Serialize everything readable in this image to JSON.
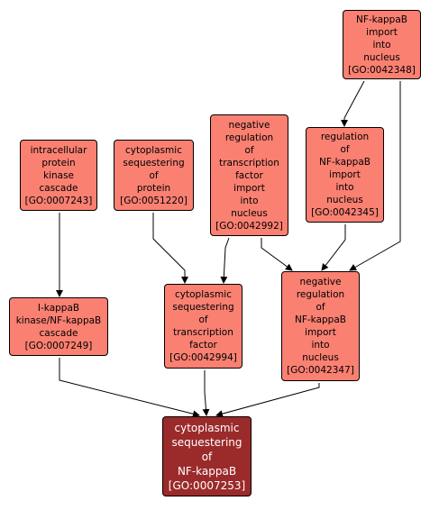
{
  "colors": {
    "node_fill": "#fa8072",
    "focus_fill": "#9b2a2a",
    "focus_text": "#ffffff",
    "edge": "#000000"
  },
  "nodes": {
    "n0042348": {
      "lines": [
        "NF-kappaB",
        "import",
        "into",
        "nucleus"
      ],
      "go_id": "[GO:0042348]"
    },
    "n0007243": {
      "lines": [
        "intracellular",
        "protein",
        "kinase",
        "cascade"
      ],
      "go_id": "[GO:0007243]"
    },
    "n0051220": {
      "lines": [
        "cytoplasmic",
        "sequestering",
        "of",
        "protein"
      ],
      "go_id": "[GO:0051220]"
    },
    "n0042992": {
      "lines": [
        "negative",
        "regulation",
        "of",
        "transcription",
        "factor",
        "import",
        "into",
        "nucleus"
      ],
      "go_id": "[GO:0042992]"
    },
    "n0042345": {
      "lines": [
        "regulation",
        "of",
        "NF-kappaB",
        "import",
        "into",
        "nucleus"
      ],
      "go_id": "[GO:0042345]"
    },
    "n0007249": {
      "lines": [
        "I-kappaB",
        "kinase/NF-kappaB",
        "cascade"
      ],
      "go_id": "[GO:0007249]"
    },
    "n0042994": {
      "lines": [
        "cytoplasmic",
        "sequestering",
        "of",
        "transcription",
        "factor"
      ],
      "go_id": "[GO:0042994]"
    },
    "n0042347": {
      "lines": [
        "negative",
        "regulation",
        "of",
        "NF-kappaB",
        "import",
        "into",
        "nucleus"
      ],
      "go_id": "[GO:0042347]"
    },
    "n0007253": {
      "lines": [
        "cytoplasmic",
        "sequestering",
        "of",
        "NF-kappaB"
      ],
      "go_id": "[GO:0007253]"
    }
  },
  "edges": [
    {
      "from": "n0042348",
      "to": "n0042345"
    },
    {
      "from": "n0042348",
      "to": "n0042347"
    },
    {
      "from": "n0042345",
      "to": "n0042347"
    },
    {
      "from": "n0042992",
      "to": "n0042347"
    },
    {
      "from": "n0042992",
      "to": "n0042994"
    },
    {
      "from": "n0051220",
      "to": "n0042994"
    },
    {
      "from": "n0007243",
      "to": "n0007249"
    },
    {
      "from": "n0007249",
      "to": "n0007253"
    },
    {
      "from": "n0042994",
      "to": "n0007253"
    },
    {
      "from": "n0042347",
      "to": "n0007253"
    }
  ]
}
